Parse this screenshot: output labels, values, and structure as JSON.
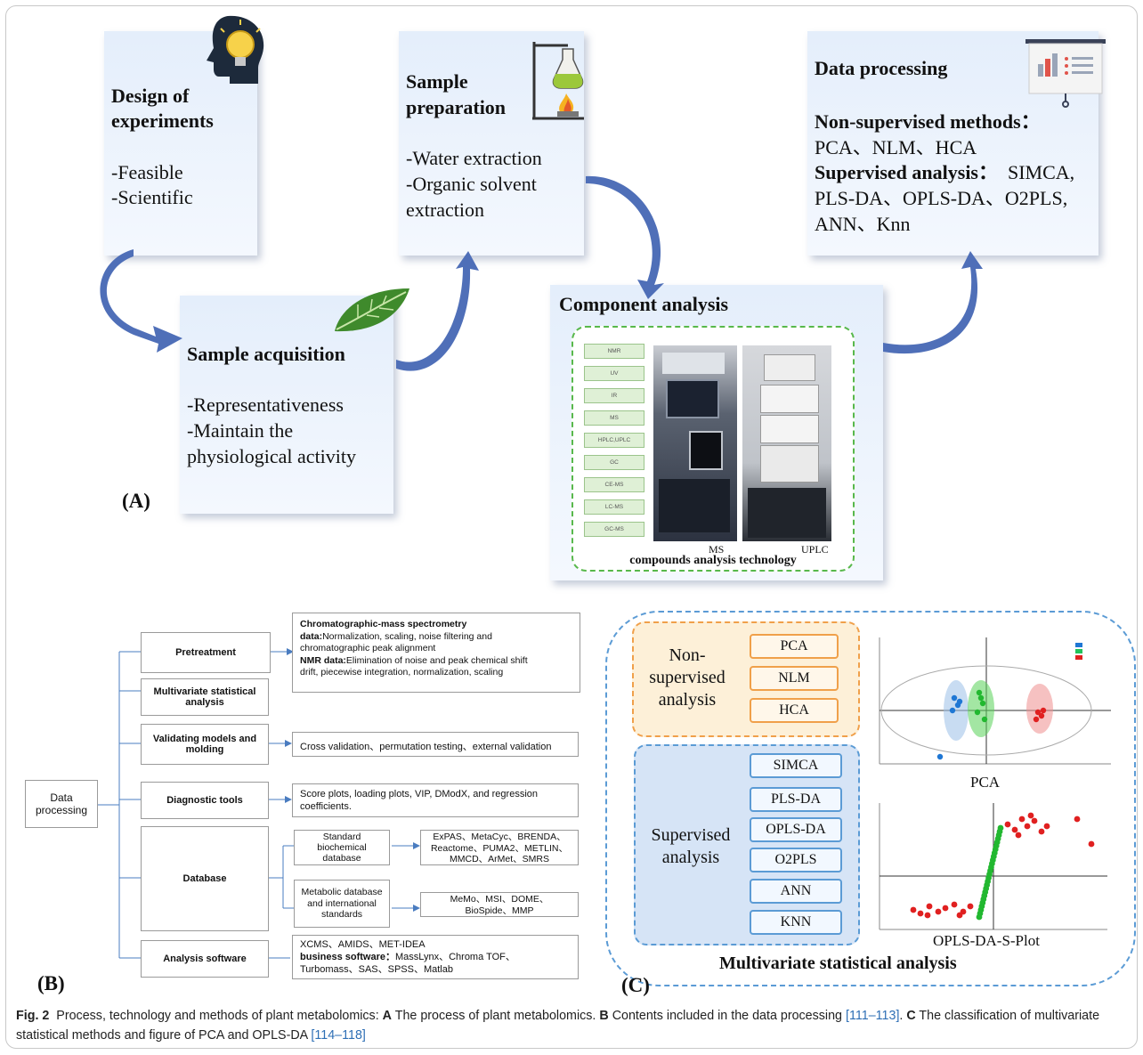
{
  "panelA": {
    "label": "(A)",
    "design": {
      "title_line1": "Design of",
      "title_line2": "experiments",
      "item1": "-Feasible",
      "item2": "-Scientific"
    },
    "prep": {
      "title_line1": "Sample",
      "title_line2": "preparation",
      "item1": "-Water extraction",
      "item2": "-Organic solvent",
      "item3": "extraction"
    },
    "dataproc": {
      "title": "Data processing",
      "sub1": "Non-supervised methods：",
      "sub1_items": "PCA、NLM、HCA",
      "sub2": "Supervised analysis：",
      "sub2_items_a": "SIMCA,",
      "sub2_items_b": "PLS-DA、OPLS-DA、O2PLS,",
      "sub2_items_c": "ANN、Knn"
    },
    "acq": {
      "title": "Sample acquisition",
      "item1": "-Representativeness",
      "item2": "-Maintain the",
      "item3": "physiological activity"
    },
    "component": {
      "title": "Component analysis",
      "tech_list": [
        "NMR",
        "UV",
        "IR",
        "MS",
        "HPLC,UPLC",
        "GC",
        "CE-MS",
        "LC-MS",
        "GC-MS"
      ],
      "photo1_label": "MS",
      "photo2_label": "UPLC",
      "footer": "compounds analysis technology"
    }
  },
  "panelB": {
    "label": "(B)",
    "root": "Data processing",
    "pretreatment": "Pretreatment",
    "pretreatment_detail": {
      "h1": "Chromatographic-mass spectrometry",
      "l1_bold": "data:",
      "l1": "Normalization, scaling, noise filtering and",
      "l2": "chromatographic peak alignment",
      "h2": "NMR data:",
      "l3": "Elimination of noise and peak chemical shift",
      "l4": "drift, piecewise integration, normalization, scaling"
    },
    "multivariate": "Multivariate statistical analysis",
    "validating": "Validating models and molding",
    "validating_detail": "Cross validation、permutation testing、external validation",
    "diagnostic": "Diagnostic tools",
    "diagnostic_detail_1": "Score plots, loading plots, VIP, DModX, and regression",
    "diagnostic_detail_2": "coefficients.",
    "database": "Database",
    "db_standard": "Standard biochemical database",
    "db_standard_detail_1": "ExPAS、MetaCyc、BRENDA、",
    "db_standard_detail_2": "Reactome、PUMA2、METLIN、",
    "db_standard_detail_3": "MMCD、ArMet、SMRS",
    "db_metabolic": "Metabolic database and international standards",
    "db_metabolic_detail_1": "MeMo、MSI、DOME、",
    "db_metabolic_detail_2": "BioSpide、MMP",
    "software": "Analysis software",
    "software_detail_1": "XCMS、AMIDS、MET-IDEA",
    "software_detail_2_bold": "business software：",
    "software_detail_2": "MassLynx、Chroma TOF、",
    "software_detail_3": "Turbomass、SAS、SPSS、Matlab"
  },
  "panelC": {
    "label": "(C)",
    "nonsup_label_1": "Non-",
    "nonsup_label_2": "supervised",
    "nonsup_label_3": "analysis",
    "nonsup_methods": [
      "PCA",
      "NLM",
      "HCA"
    ],
    "sup_label_1": "Supervised",
    "sup_label_2": "analysis",
    "sup_methods": [
      "SIMCA",
      "PLS-DA",
      "OPLS-DA",
      "O2PLS",
      "ANN",
      "KNN"
    ],
    "pca_title": "PCA",
    "splot_title": "OPLS-DA-S-Plot",
    "footer": "Multivariate statistical analysis"
  },
  "caption": {
    "fig": "Fig. 2",
    "t1": "Process, technology and methods of plant metabolomics:",
    "A": "A",
    "tA": "The process of plant metabolomics.",
    "B": "B",
    "tB": "Contents included in the data processing",
    "refB": "[111–113]",
    "C": "C",
    "tC": "The classification of multivariate statistical methods and figure of PCA and OPLS-DA",
    "refC": "[114–118]"
  },
  "colors": {
    "card_top": "#e4eefb",
    "arrow_blue": "#4f6fb8",
    "green_dash": "#58b84b",
    "blue_dash": "#5b9bd5",
    "orange": "#f0a04a",
    "red_dot": "#e02020",
    "green_dot": "#22b830"
  }
}
